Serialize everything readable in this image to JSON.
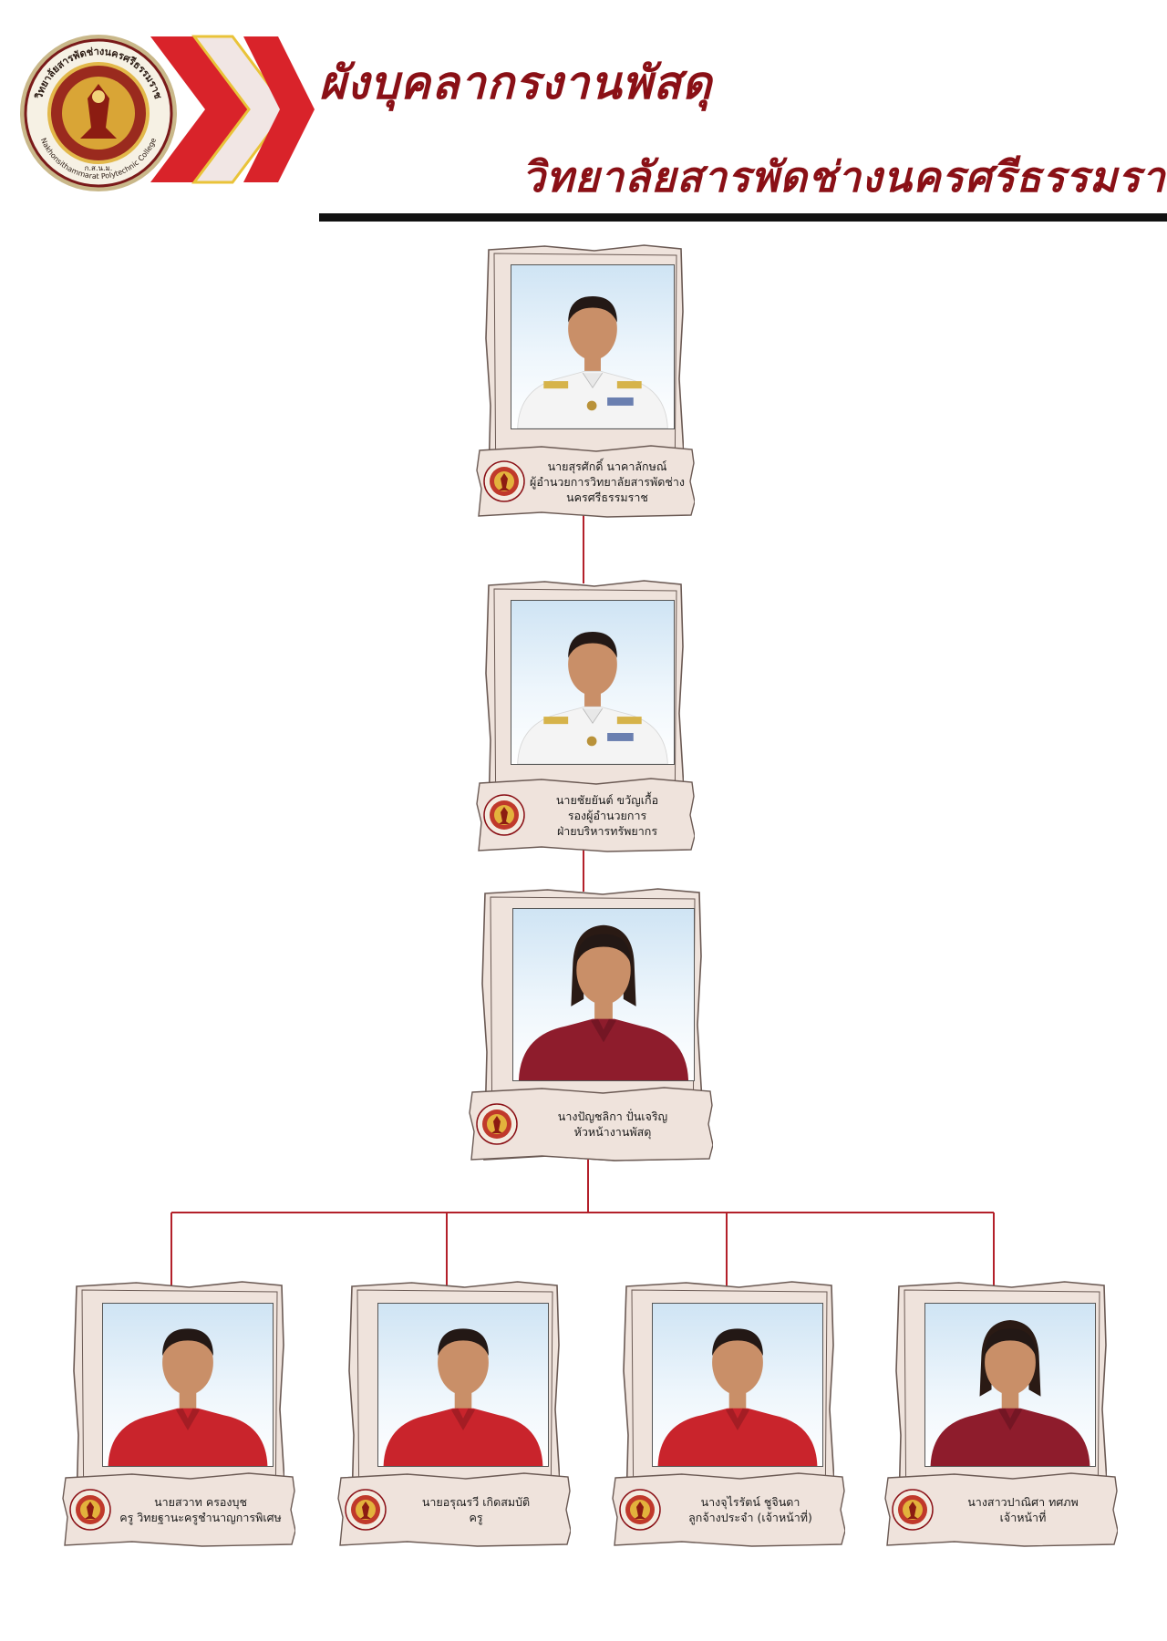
{
  "header": {
    "title_line1": "ผังบุคลากรงานพัสดุ",
    "title_line2": "วิทยาลัยสารพัดช่างนครศรีธรรมราช",
    "logo": {
      "ring_text_top": "วิทยาลัยสารพัดช่างนครศรีธรรมราช",
      "ring_text_bottom": "Nakhonsithammarat Polytechnic College",
      "abbr": "ก.ส.น.ม."
    }
  },
  "colors": {
    "title": "#8a1016",
    "connector": "#b3202a",
    "frame": "#efe3dc",
    "frame_edge": "#6b5a54",
    "shirt_red": "#c9242c",
    "shirt_maroon": "#8e1c2c",
    "uniform_white": "#f4f4f4"
  },
  "people": [
    {
      "name": "นายสุรศักดิ์  นาคาลักษณ์",
      "position_lines": [
        "ผู้อำนวยการวิทยาลัยสารพัดช่าง",
        "นครศรีธรรมราช"
      ],
      "attire": "white-uniform"
    },
    {
      "name": "นายชัยยันต์  ขวัญเกื้อ",
      "position_lines": [
        "รองผู้อำนวยการ",
        "ฝ่ายบริหารทรัพยากร"
      ],
      "attire": "white-uniform"
    },
    {
      "name": "นางปัญชลิกา  ปั่นเจริญ",
      "position_lines": [
        "หัวหน้างานพัสดุ"
      ],
      "attire": "maroon-shirt"
    },
    {
      "name": "นายสวาท  ครองบุช",
      "position_lines": [
        "ครู วิทยฐานะครูชำนาญการพิเศษ"
      ],
      "attire": "red-shirt"
    },
    {
      "name": "นายอรุณรวี  เกิดสมบัติ",
      "position_lines": [
        "ครู"
      ],
      "attire": "red-shirt"
    },
    {
      "name": "นางจุไรรัตน์  ชูจินดา",
      "position_lines": [
        "ลูกจ้างประจำ (เจ้าหน้าที่)"
      ],
      "attire": "red-shirt"
    },
    {
      "name": "นางสาวปาณิศา  ทศภพ",
      "position_lines": [
        "เจ้าหน้าที่"
      ],
      "attire": "maroon-shirt"
    }
  ]
}
